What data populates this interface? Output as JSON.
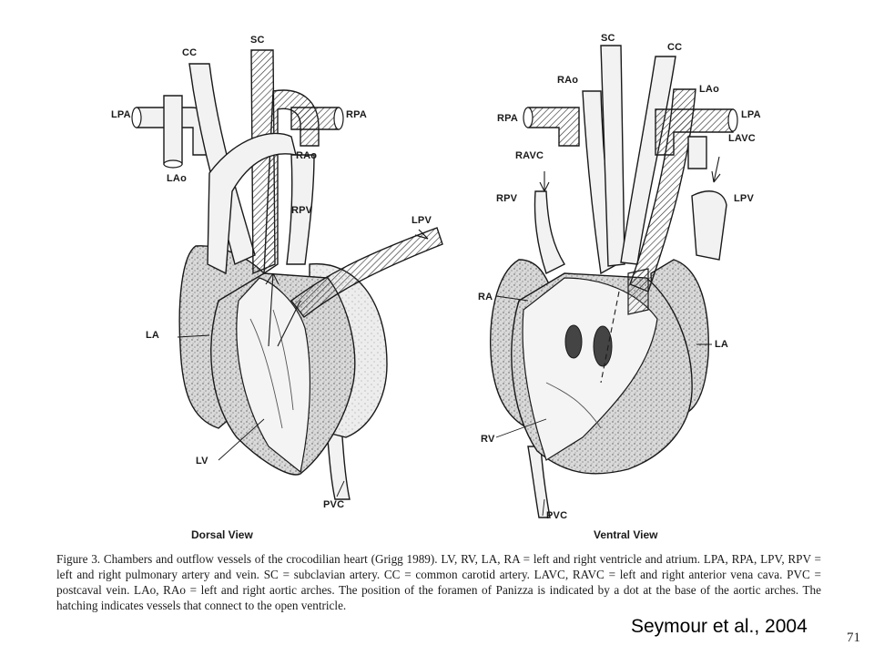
{
  "figure": {
    "dorsal": {
      "view_title": "Dorsal View",
      "labels": {
        "cc": "CC",
        "sc": "SC",
        "lpa": "LPA",
        "rpa": "RPA",
        "lao": "LAo",
        "rao": "RAo",
        "rpv": "RPV",
        "lpv": "LPV",
        "la": "LA",
        "lv": "LV",
        "pvc": "PVC"
      }
    },
    "ventral": {
      "view_title": "Ventral View",
      "labels": {
        "sc": "SC",
        "cc": "CC",
        "rao": "RAo",
        "lao": "LAo",
        "rpa": "RPA",
        "lpa": "LPA",
        "lavc": "LAVC",
        "ravc": "RAVC",
        "rpv": "RPV",
        "lpv": "LPV",
        "ra": "RA",
        "la": "LA",
        "rv": "RV",
        "pvc": "PVC"
      }
    },
    "caption": "Figure 3. Chambers and outflow vessels of the crocodilian heart (Grigg 1989). LV, RV, LA, RA = left and right ventricle and atrium. LPA, RPA, LPV, RPV = left and right pulmonary artery and vein. SC = subclavian artery. CC = common carotid artery. LAVC, RAVC = left and right anterior vena cava. PVC = postcaval vein. LAo, RAo = left and right aortic arches. The position of the foramen of Panizza is indicated by a dot at the base of the aortic arches. The hatching indicates vessels that connect to the open ventricle."
  },
  "slide": {
    "credit": "Seymour et al., 2004",
    "page_number": "71"
  },
  "colors": {
    "ink": "#1a1a1a",
    "shade": "#c9c9c9",
    "background": "#ffffff"
  }
}
